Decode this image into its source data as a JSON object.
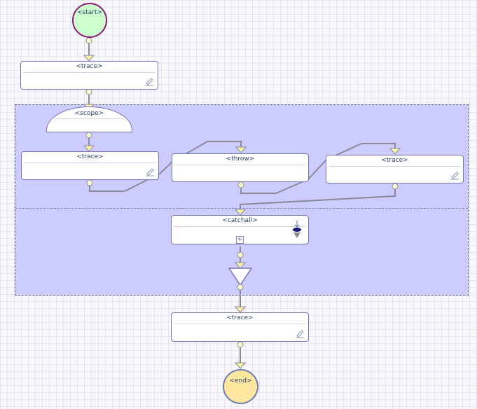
{
  "nodes": {
    "start": "<start>",
    "trace1": "<trace>",
    "scope": "<scope>",
    "trace2": "<trace>",
    "throw": "<throw>",
    "trace3": "<trace>",
    "catchall": "<catchall>",
    "trace4": "<trace>",
    "end": "<end>"
  },
  "catchall_expand_symbol": "+",
  "colors": {
    "scope_fill": "#ccccff",
    "node_border": "#7b72b8",
    "start_fill": "#ccffcc",
    "start_border": "#8a1a7a",
    "end_fill": "#ffe7a0",
    "connector": "#8a8a9a",
    "port_fill": "#ffffcc"
  }
}
